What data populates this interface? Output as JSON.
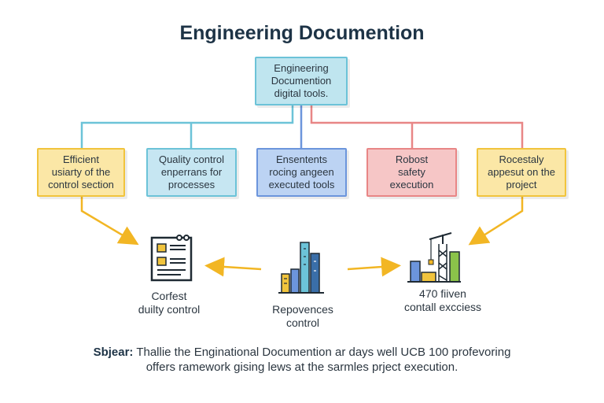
{
  "title": "Engineering Documention",
  "root_box": "Engineering\nDocumention\ndigital tools.",
  "boxes": [
    "Efficient\nusiarty of the\ncontrol section",
    "Quality control\nenperrans for\nprocesses",
    "Ensentents\nrocing angeen\nexecuted tools",
    "Robost\nsafety\nexecution",
    "Rocestaly\nappesut on the\nproject"
  ],
  "captions": [
    "Corfest\nduilty control",
    "Repovences\ncontrol",
    "470 fiiven\ncontall excciess"
  ],
  "footer": {
    "label": "Sbjear:",
    "line1": " Thallie the Enginational Documention ar days well UCB 100 profevoring",
    "line2": "offers ramework gising lews at the sarmles prject execution."
  },
  "icons": [
    "document-icon",
    "bar-chart-icon",
    "construction-crane-icon"
  ],
  "colors": {
    "teal": "#6cc3d8",
    "yellow": "#f1c43d",
    "blue": "#6c95dc",
    "red": "#e88686",
    "arrow": "#f2b624"
  }
}
